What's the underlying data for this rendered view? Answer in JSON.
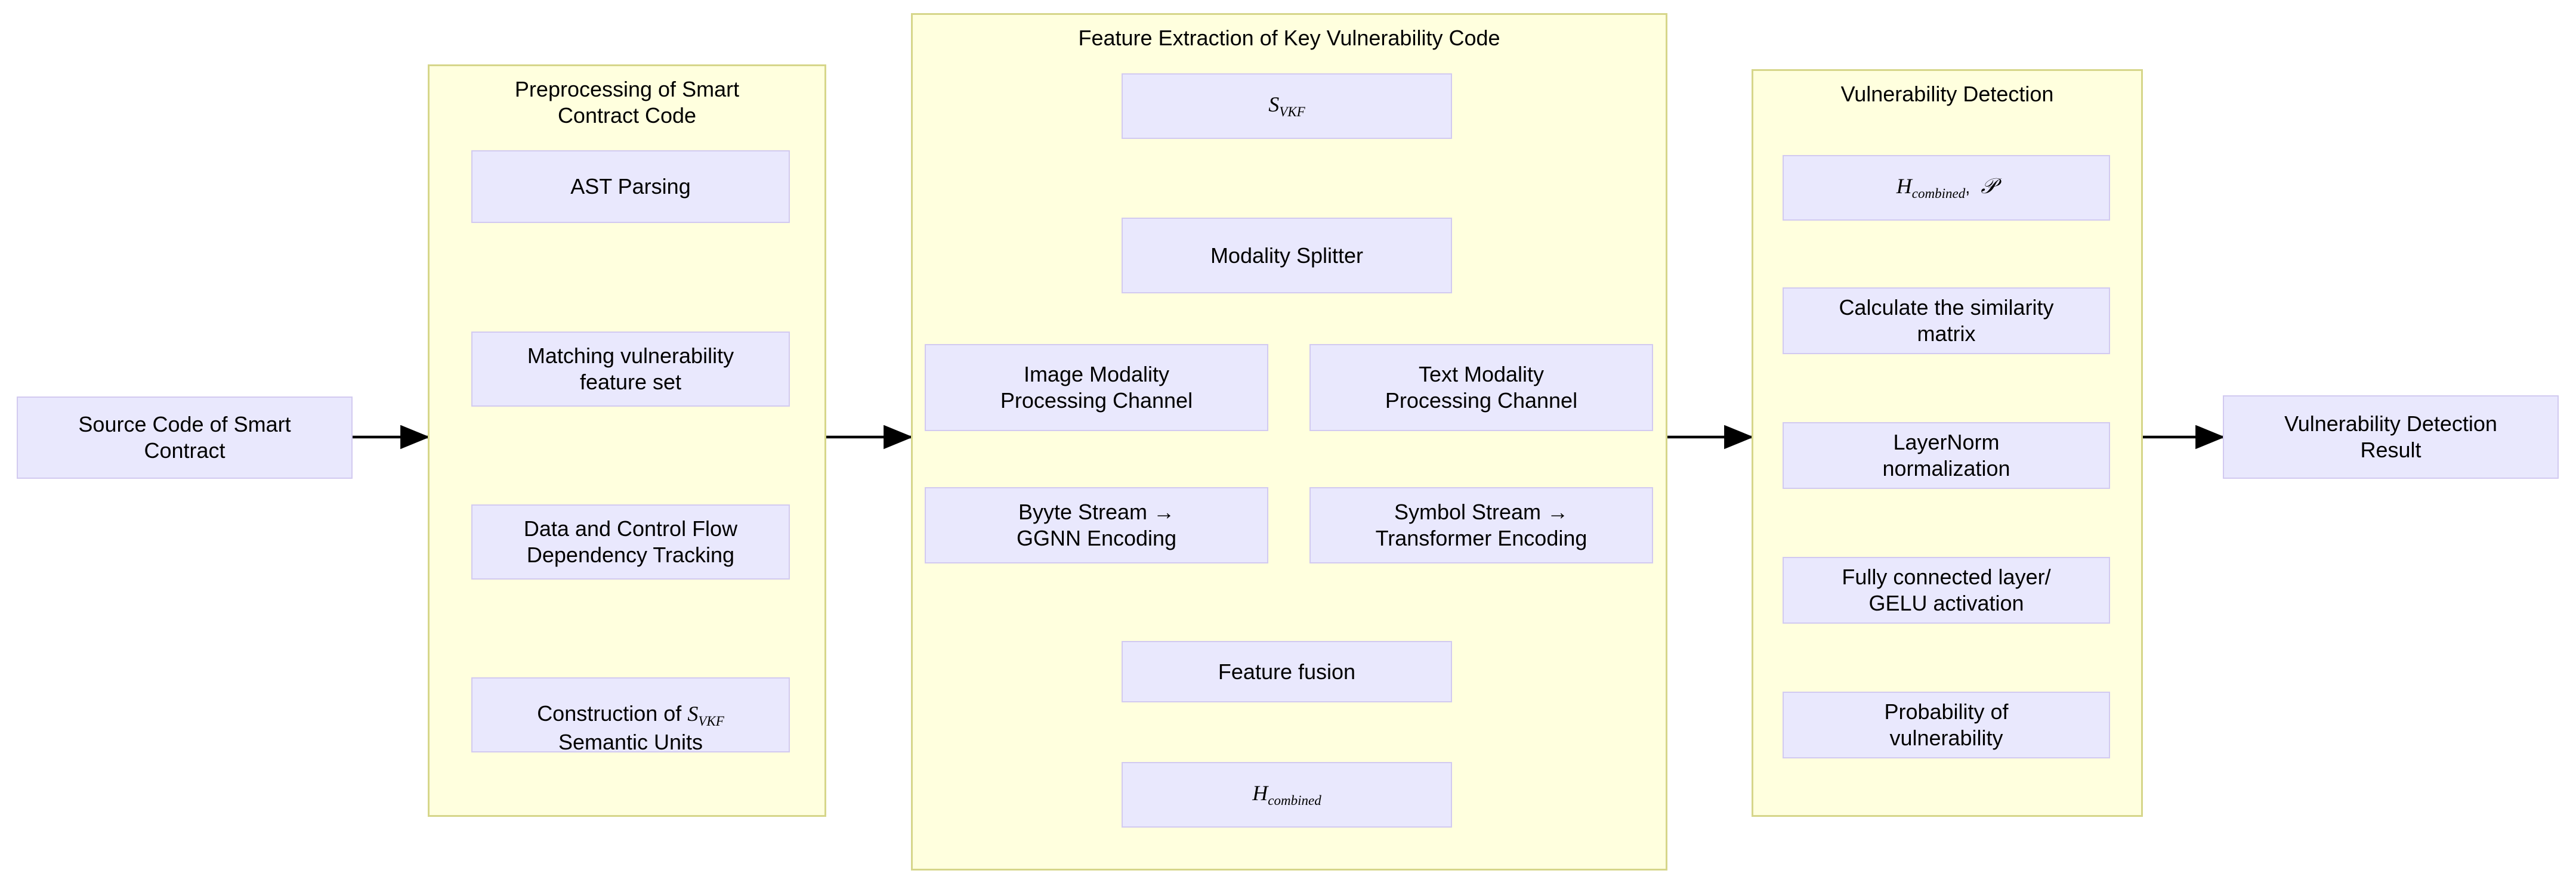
{
  "diagram": {
    "title": "Smart Contract Vulnerability Detection Pipeline",
    "colors": {
      "group_fill": "#FFFFDE",
      "group_border": "#D6D68A",
      "node_fill": "#E9E8FD",
      "node_border": "#D2CAF0",
      "edge": "#000000",
      "background": "#FFFFFF"
    }
  },
  "input": {
    "label": "Source Code of Smart\nContract"
  },
  "output": {
    "label": "Vulnerability Detection\nResult"
  },
  "groups": [
    {
      "id": "preprocessing",
      "title": "Preprocessing of Smart\nContract Code",
      "nodes": [
        {
          "id": "ast-parsing",
          "label": "AST Parsing"
        },
        {
          "id": "matching-vuln-feature-set",
          "label": "Matching vulnerability\nfeature set"
        },
        {
          "id": "data-control-flow",
          "label": "Data and Control Flow\nDependency Tracking"
        },
        {
          "id": "construction-svkf",
          "label_prefix": "Construction of ",
          "label_symbol": "S",
          "label_sub": "VKF",
          "label_suffix": "\nSemantic Units"
        }
      ]
    },
    {
      "id": "feature-extraction",
      "title": "Feature Extraction of Key Vulnerability Code",
      "nodes": [
        {
          "id": "s-vkf",
          "label_symbol": "S",
          "label_sub": "VKF"
        },
        {
          "id": "modality-splitter",
          "label": "Modality Splitter"
        },
        {
          "id": "image-modality-channel",
          "label": "Image Modality\nProcessing Channel"
        },
        {
          "id": "text-modality-channel",
          "label": "Text Modality\nProcessing Channel"
        },
        {
          "id": "byte-stream-ggnn",
          "label": "Byyte Stream →\nGGNN Encoding"
        },
        {
          "id": "symbol-stream-transformer",
          "label": "Symbol Stream →\nTransformer Encoding"
        },
        {
          "id": "feature-fusion",
          "label": "Feature fusion"
        },
        {
          "id": "h-combined",
          "label_symbol": "H",
          "label_sub": "combined"
        }
      ]
    },
    {
      "id": "vulnerability-detection",
      "title": "Vulnerability Detection",
      "nodes": [
        {
          "id": "h-combined-p",
          "label_symbol": "H",
          "label_sub": "combined",
          "label_extra": ",",
          "label_script": "𝒫"
        },
        {
          "id": "similarity-matrix",
          "label": "Calculate the similarity\nmatrix"
        },
        {
          "id": "layernorm",
          "label": "LayerNorm\nnormalization"
        },
        {
          "id": "fc-gelu",
          "label": "Fully connected layer/\nGELU activation"
        },
        {
          "id": "probability",
          "label": "Probability of\nvulnerability"
        }
      ]
    }
  ]
}
